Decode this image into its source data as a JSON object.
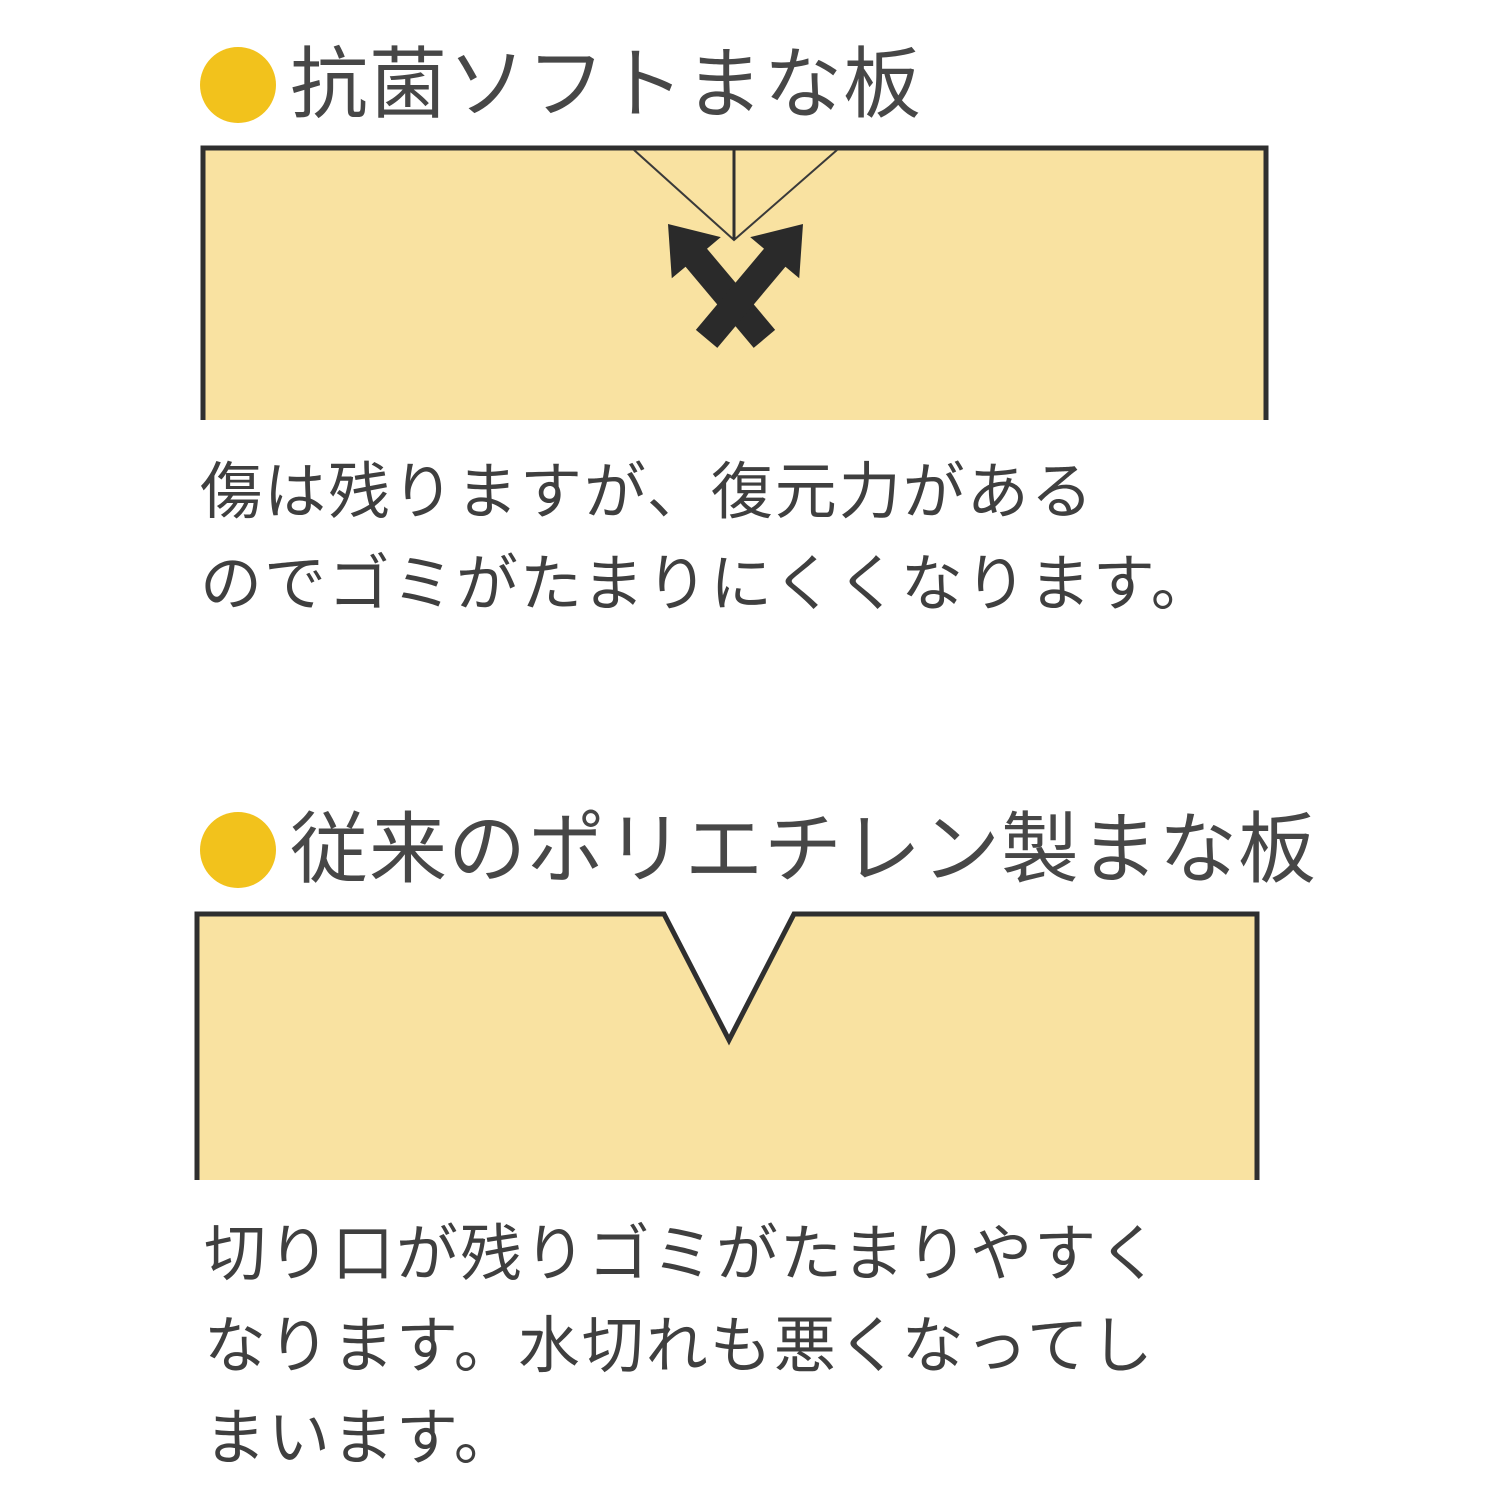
{
  "sections": [
    {
      "heading": "抗菌ソフトまな板",
      "description_lines": [
        "傷は残りますが、復元力がある",
        "のでゴミがたまりにくくなります。"
      ]
    },
    {
      "heading": "従来のポリエチレン製まな板",
      "description_lines": [
        "切り口が残りゴミがたまりやすく",
        "なります。水切れも悪くなってし",
        "まいます。"
      ]
    }
  ],
  "colors": {
    "bullet": "#f2c21c",
    "board_fill": "#f9e2a1",
    "board_outline": "#2f2f2f",
    "arrow": "#2a2a2a"
  },
  "icons": {
    "bullet": "yellow-circle-icon",
    "arrow": "arrow-icon"
  }
}
